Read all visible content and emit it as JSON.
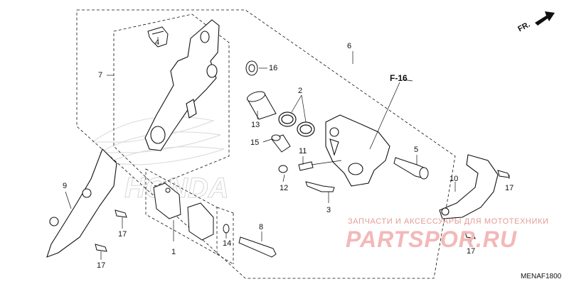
{
  "diagram": {
    "direction_label": "FR.",
    "reference_label": "F-16",
    "drawing_code": "MENAF1800",
    "watermark_caption": "ЗАПЧАСТИ И АКСЕССУАРЫ ДЛЯ МОТОТЕХНИКИ",
    "watermark_brand": "PARTSPOR.RU",
    "background_brand": "HONDA",
    "colors": {
      "line": "#111111",
      "watermark": "#f3b8b8",
      "emblem": "#d9d9d9"
    },
    "callouts": {
      "p1": "1",
      "p2": "2",
      "p3": "3",
      "p4": "4",
      "p5": "5",
      "p6": "6",
      "p7": "7",
      "p8": "8",
      "p9": "9",
      "p10": "10",
      "p11": "11",
      "p12": "12",
      "p13": "13",
      "p14": "14",
      "p15": "15",
      "p16": "16",
      "p17a": "17",
      "p17b": "17",
      "p17c": "17",
      "p17d": "17"
    }
  }
}
